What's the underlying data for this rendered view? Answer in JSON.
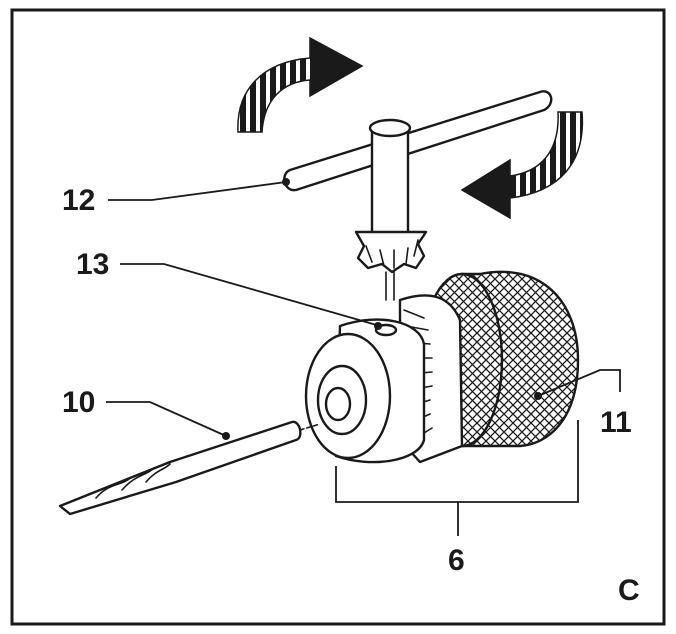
{
  "callouts": {
    "key": "12",
    "key_hole": "13",
    "drill_bit": "10",
    "chuck_sleeve": "11",
    "chuck": "6"
  },
  "panel_letter": "C",
  "icons": {
    "rotation_cw": "curved-arrow-right-icon",
    "rotation_ccw": "curved-arrow-left-icon"
  },
  "colors": {
    "ink": "#1a1a1a",
    "background": "#ffffff"
  }
}
